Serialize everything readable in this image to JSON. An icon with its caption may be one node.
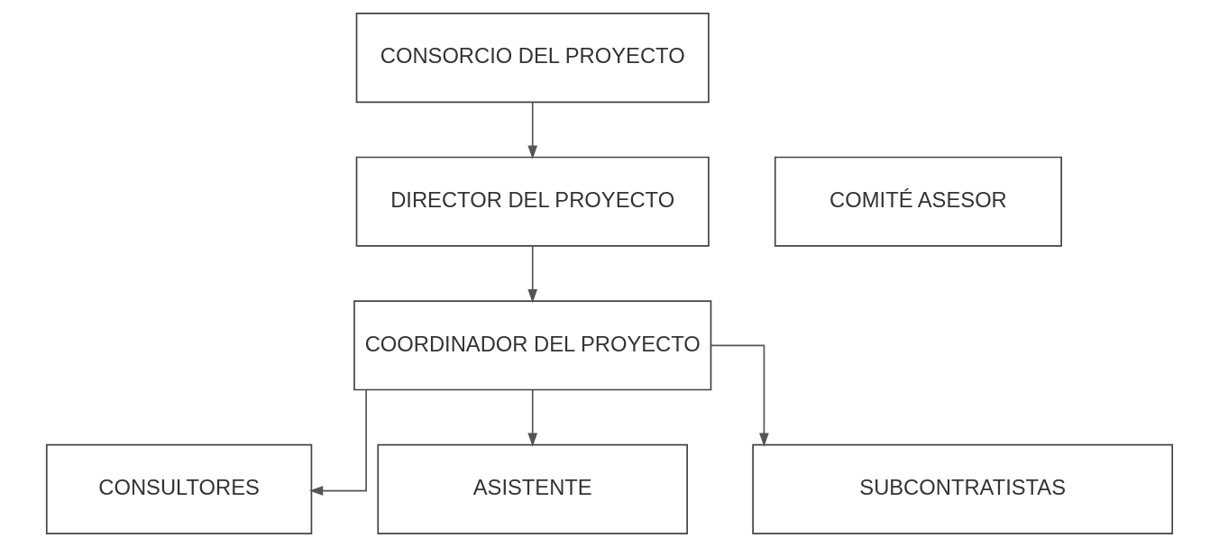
{
  "diagram": {
    "nodes": [
      {
        "text": [
          "CONSORCIO DEL PROYECTO"
        ]
      },
      {
        "text": [
          "COMITÉ ASESOR"
        ]
      },
      {
        "text": [
          "DIRECTOR DEL PROYECTO"
        ]
      },
      {
        "text": [
          "COORDINADOR DEL PROYECTO"
        ]
      },
      {
        "text": [
          "CONSULTORES"
        ]
      },
      {
        "text": [
          "ASISTENTE"
        ]
      },
      {
        "text": [
          "SUBCONTRATISTAS"
        ]
      }
    ],
    "edges": [
      {
        "from": 0,
        "to": 2,
        "arrow": "to"
      },
      {
        "from": 2,
        "to": 3,
        "arrow": "to"
      },
      {
        "from": 3,
        "to": 4,
        "arrow": "to"
      },
      {
        "from": 3,
        "to": 5,
        "arrow": "to"
      },
      {
        "from": 3,
        "to": 6,
        "arrow": "to"
      }
    ]
  }
}
